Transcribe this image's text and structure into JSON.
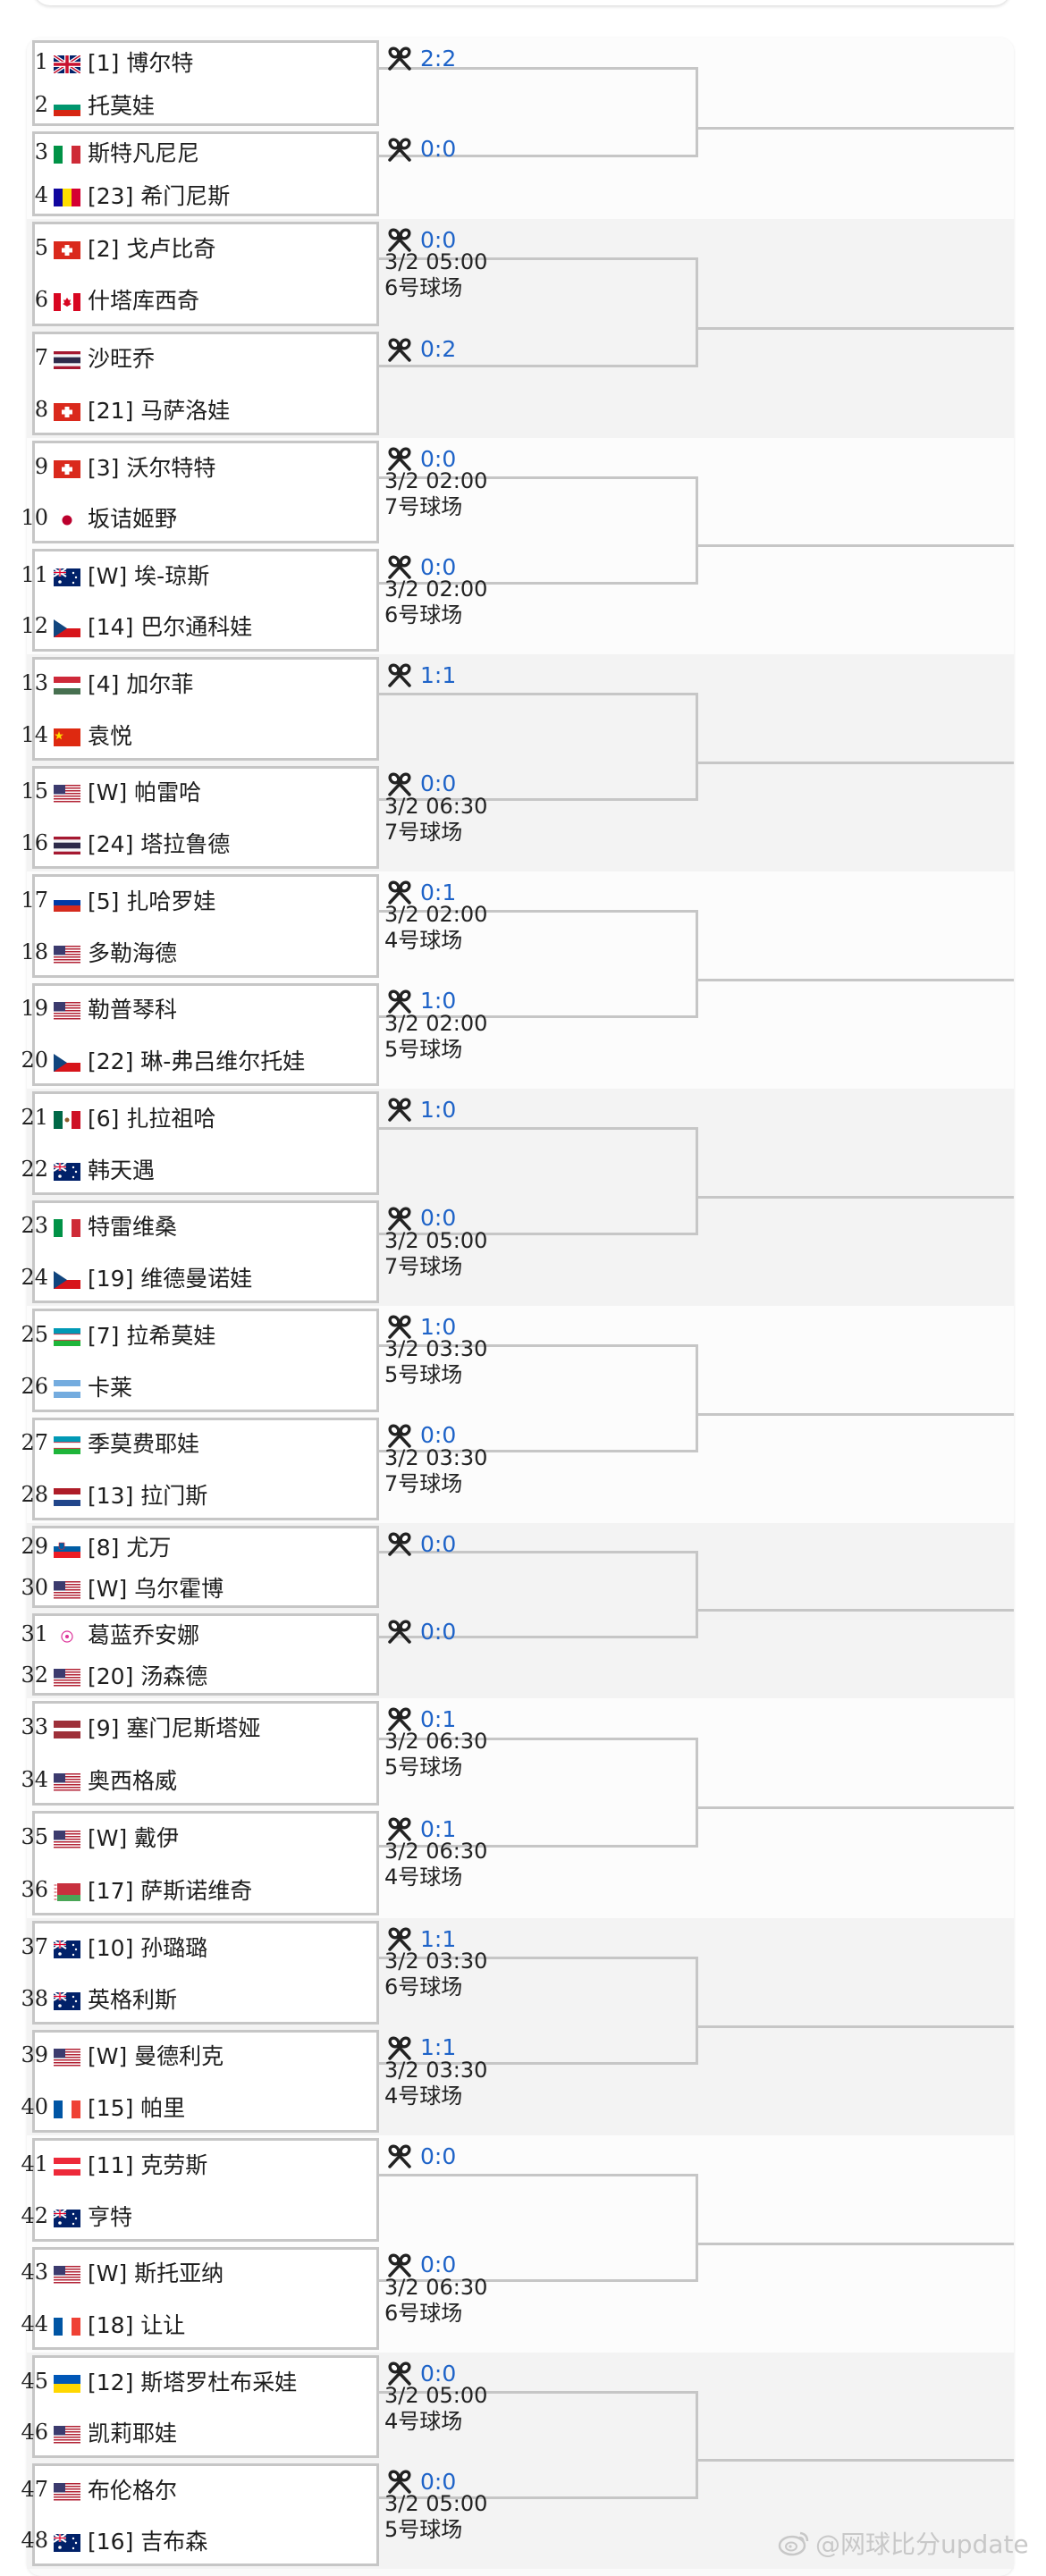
{
  "groups": [
    {
      "players": [
        {
          "seed": "1",
          "flag": "gb",
          "label": "[1] 博尔特"
        },
        {
          "seed": "2",
          "flag": "bg",
          "label": "托莫娃"
        },
        {
          "seed": "3",
          "flag": "it",
          "label": "斯特凡尼尼"
        },
        {
          "seed": "4",
          "flag": "ad",
          "label": "[23] 希门尼斯"
        }
      ],
      "matches": [
        {
          "score": "2:2",
          "time": "",
          "court": ""
        },
        {
          "score": "0:0",
          "time": "",
          "court": ""
        }
      ]
    },
    {
      "players": [
        {
          "seed": "5",
          "flag": "ch",
          "label": "[2] 戈卢比奇"
        },
        {
          "seed": "6",
          "flag": "ca",
          "label": "什塔库西奇"
        },
        {
          "seed": "7",
          "flag": "th",
          "label": "沙旺乔"
        },
        {
          "seed": "8",
          "flag": "ch",
          "label": "[21] 马萨洛娃"
        }
      ],
      "matches": [
        {
          "score": "0:0",
          "time": "3/2 05:00",
          "court": "6号球场"
        },
        {
          "score": "0:2",
          "time": "",
          "court": ""
        }
      ]
    },
    {
      "players": [
        {
          "seed": "9",
          "flag": "ch",
          "label": "[3] 沃尔特特"
        },
        {
          "seed": "10",
          "flag": "jp",
          "label": "坂诘姬野"
        },
        {
          "seed": "11",
          "flag": "au",
          "label": "[W] 埃-琼斯"
        },
        {
          "seed": "12",
          "flag": "cz",
          "label": "[14] 巴尔通科娃"
        }
      ],
      "matches": [
        {
          "score": "0:0",
          "time": "3/2 02:00",
          "court": "7号球场"
        },
        {
          "score": "0:0",
          "time": "3/2 02:00",
          "court": "6号球场"
        }
      ]
    },
    {
      "players": [
        {
          "seed": "13",
          "flag": "hu",
          "label": "[4] 加尔菲"
        },
        {
          "seed": "14",
          "flag": "cn",
          "label": "袁悦"
        },
        {
          "seed": "15",
          "flag": "us",
          "label": "[W] 帕雷哈"
        },
        {
          "seed": "16",
          "flag": "th",
          "label": "[24] 塔拉鲁德"
        }
      ],
      "matches": [
        {
          "score": "1:1",
          "time": "",
          "court": ""
        },
        {
          "score": "0:0",
          "time": "3/2 06:30",
          "court": "7号球场"
        }
      ]
    },
    {
      "players": [
        {
          "seed": "17",
          "flag": "ru",
          "label": "[5] 扎哈罗娃"
        },
        {
          "seed": "18",
          "flag": "us",
          "label": "多勒海德"
        },
        {
          "seed": "19",
          "flag": "us",
          "label": "勒普琴科"
        },
        {
          "seed": "20",
          "flag": "cz",
          "label": "[22] 琳-弗吕维尔托娃"
        }
      ],
      "matches": [
        {
          "score": "0:1",
          "time": "3/2 02:00",
          "court": "4号球场"
        },
        {
          "score": "1:0",
          "time": "3/2 02:00",
          "court": "5号球场"
        }
      ]
    },
    {
      "players": [
        {
          "seed": "21",
          "flag": "mx",
          "label": "[6] 扎拉祖哈"
        },
        {
          "seed": "22",
          "flag": "au",
          "label": "韩天遇"
        },
        {
          "seed": "23",
          "flag": "it",
          "label": "特雷维桑"
        },
        {
          "seed": "24",
          "flag": "cz",
          "label": "[19] 维德曼诺娃"
        }
      ],
      "matches": [
        {
          "score": "1:0",
          "time": "",
          "court": ""
        },
        {
          "score": "0:0",
          "time": "3/2 05:00",
          "court": "7号球场"
        }
      ]
    },
    {
      "players": [
        {
          "seed": "25",
          "flag": "uz",
          "label": "[7] 拉希莫娃"
        },
        {
          "seed": "26",
          "flag": "ar",
          "label": "卡莱"
        },
        {
          "seed": "27",
          "flag": "uz",
          "label": "季莫费耶娃"
        },
        {
          "seed": "28",
          "flag": "nl",
          "label": "[13] 拉门斯"
        }
      ],
      "matches": [
        {
          "score": "1:0",
          "time": "3/2 03:30",
          "court": "5号球场"
        },
        {
          "score": "0:0",
          "time": "3/2 03:30",
          "court": "7号球场"
        }
      ]
    },
    {
      "players": [
        {
          "seed": "29",
          "flag": "si",
          "label": "[8] 尤万"
        },
        {
          "seed": "30",
          "flag": "us",
          "label": "[W] 乌尔霍博"
        },
        {
          "seed": "31",
          "flag": "hk",
          "label": "葛蓝乔安娜"
        },
        {
          "seed": "32",
          "flag": "us",
          "label": "[20] 汤森德"
        }
      ],
      "matches": [
        {
          "score": "0:0",
          "time": "",
          "court": ""
        },
        {
          "score": "0:0",
          "time": "",
          "court": ""
        }
      ]
    },
    {
      "players": [
        {
          "seed": "33",
          "flag": "lv",
          "label": "[9] 塞门尼斯塔娅"
        },
        {
          "seed": "34",
          "flag": "us",
          "label": "奥西格威"
        },
        {
          "seed": "35",
          "flag": "us",
          "label": "[W] 戴伊"
        },
        {
          "seed": "36",
          "flag": "by",
          "label": "[17] 萨斯诺维奇"
        }
      ],
      "matches": [
        {
          "score": "0:1",
          "time": "3/2 06:30",
          "court": "5号球场"
        },
        {
          "score": "0:1",
          "time": "3/2 06:30",
          "court": "4号球场"
        }
      ]
    },
    {
      "players": [
        {
          "seed": "37",
          "flag": "au",
          "label": "[10] 孙璐璐"
        },
        {
          "seed": "38",
          "flag": "au",
          "label": "英格利斯"
        },
        {
          "seed": "39",
          "flag": "us",
          "label": "[W] 曼德利克"
        },
        {
          "seed": "40",
          "flag": "fr",
          "label": "[15] 帕里"
        }
      ],
      "matches": [
        {
          "score": "1:1",
          "time": "3/2 03:30",
          "court": "6号球场"
        },
        {
          "score": "1:1",
          "time": "3/2 03:30",
          "court": "4号球场"
        }
      ]
    },
    {
      "players": [
        {
          "seed": "41",
          "flag": "at",
          "label": "[11] 克劳斯"
        },
        {
          "seed": "42",
          "flag": "au",
          "label": "亨特"
        },
        {
          "seed": "43",
          "flag": "us",
          "label": "[W] 斯托亚纳"
        },
        {
          "seed": "44",
          "flag": "fr",
          "label": "[18] 让让"
        }
      ],
      "matches": [
        {
          "score": "0:0",
          "time": "",
          "court": ""
        },
        {
          "score": "0:0",
          "time": "3/2 06:30",
          "court": "6号球场"
        }
      ]
    },
    {
      "players": [
        {
          "seed": "45",
          "flag": "ua",
          "label": "[12] 斯塔罗杜布采娃"
        },
        {
          "seed": "46",
          "flag": "us",
          "label": "凯莉耶娃"
        },
        {
          "seed": "47",
          "flag": "us",
          "label": "布伦格尔"
        },
        {
          "seed": "48",
          "flag": "au",
          "label": "[16] 吉布森"
        }
      ],
      "matches": [
        {
          "score": "0:0",
          "time": "3/2 05:00",
          "court": "4号球场"
        },
        {
          "score": "0:0",
          "time": "3/2 05:00",
          "court": "5号球场"
        }
      ]
    }
  ],
  "icons": {
    "match_icon": "crossed-rackets-icon",
    "watermark_icon": "weibo-icon"
  },
  "watermark": "@网球比分update",
  "colors": {
    "score_blue": "#1e63c8",
    "border_gray": "#c6c6c6"
  }
}
